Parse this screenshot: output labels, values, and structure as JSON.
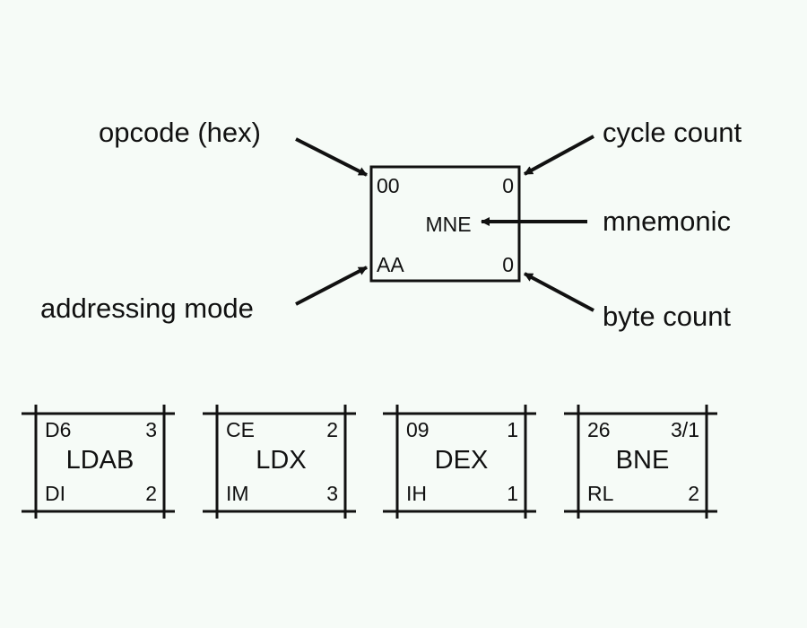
{
  "legend": {
    "opcode_label": "opcode (hex)",
    "cycle_label": "cycle count",
    "mnemonic_label": "mnemonic",
    "addressing_label": "addressing mode",
    "byte_label": "byte count",
    "sample": {
      "opcode": "00",
      "cycles": "0",
      "mnemonic": "MNE",
      "mode": "AA",
      "bytes": "0"
    }
  },
  "instructions": [
    {
      "opcode": "D6",
      "cycles": "3",
      "mnemonic": "LDAB",
      "mode": "DI",
      "bytes": "2"
    },
    {
      "opcode": "CE",
      "cycles": "2",
      "mnemonic": "LDX",
      "mode": "IM",
      "bytes": "3"
    },
    {
      "opcode": "09",
      "cycles": "1",
      "mnemonic": "DEX",
      "mode": "IH",
      "bytes": "1"
    },
    {
      "opcode": "26",
      "cycles": "3/1",
      "mnemonic": "BNE",
      "mode": "RL",
      "bytes": "2"
    }
  ],
  "colors": {
    "ink": "#111111",
    "background": "#f6fbf7"
  }
}
